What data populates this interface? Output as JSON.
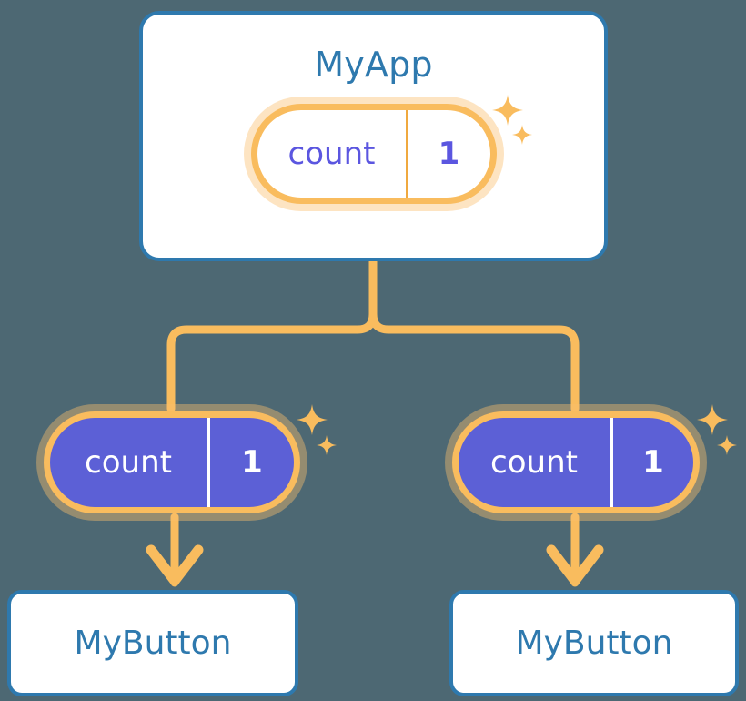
{
  "diagram": {
    "background_color": "#4d6873",
    "accent_orange": "#f9bc5e",
    "accent_orange_light": "#fbd9a4",
    "accent_blue": "#2e79ae",
    "accent_indigo": "#5c60d6",
    "state_text_indigo": "#5b56e0"
  },
  "app_card": {
    "title": "MyApp",
    "state": {
      "key": "count",
      "value": "1"
    }
  },
  "buttons": [
    {
      "label": "MyButton",
      "state": {
        "key": "count",
        "value": "1"
      }
    },
    {
      "label": "MyButton",
      "state": {
        "key": "count",
        "value": "1"
      }
    }
  ],
  "icons": {
    "sparkle_large": "sparkle-large-icon",
    "sparkle_small": "sparkle-small-icon",
    "arrow_down": "arrow-down-icon",
    "tree_connector": "tree-connector-icon"
  }
}
